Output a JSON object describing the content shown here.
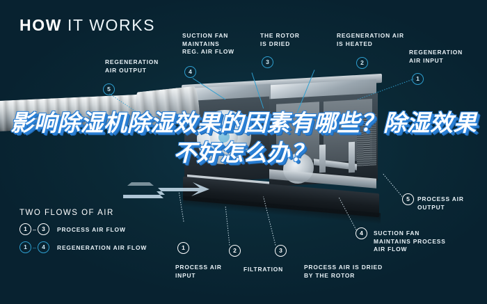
{
  "title": {
    "part1": "HOW",
    "part2": "IT WORKS"
  },
  "headline": {
    "text": "影响除湿机除湿效果的因素有哪些？除湿效果不好怎么办？"
  },
  "colors": {
    "background": "#082230",
    "accent_cyan": "#2e9fd0",
    "text_white": "#e9f2f7",
    "headline_shadow_blue": "#2a7fd4"
  },
  "callouts": [
    {
      "num": "5",
      "label": "REGENERATION\nAIR OUTPUT",
      "flow": "regeneration"
    },
    {
      "num": "4",
      "label": "SUCTION FAN\nMAINTAINS\nREG. AIR FLOW",
      "flow": "regeneration"
    },
    {
      "num": "3",
      "label": "THE ROTOR\nIS DRIED",
      "flow": "regeneration"
    },
    {
      "num": "2",
      "label": "REGENERATION AIR\nIS HEATED",
      "flow": "regeneration"
    },
    {
      "num": "1",
      "label": "REGENERATION\nAIR INPUT",
      "flow": "regeneration"
    },
    {
      "num": "5",
      "label": "PROCESS AIR\nOUTPUT",
      "flow": "process"
    },
    {
      "num": "4",
      "label": "SUCTION FAN\nMAINTAINS PROCESS\nAIR FLOW",
      "flow": "process"
    },
    {
      "num": "3",
      "label": "PROCESS AIR IS DRIED\nBY THE ROTOR",
      "flow": "process"
    },
    {
      "num": "2",
      "label": "FILTRATION",
      "flow": "process"
    },
    {
      "num": "1",
      "label": "PROCESS AIR\nINPUT",
      "flow": "process"
    }
  ],
  "legend": {
    "title": "TWO FLOWS OF AIR",
    "rows": [
      {
        "from": "1",
        "dash": "–",
        "to": "3",
        "label": "PROCESS AIR FLOW",
        "flow": "process"
      },
      {
        "from": "1",
        "dash": "–",
        "to": "4",
        "label": "REGENERATION AIR FLOW",
        "flow": "regeneration"
      }
    ]
  }
}
